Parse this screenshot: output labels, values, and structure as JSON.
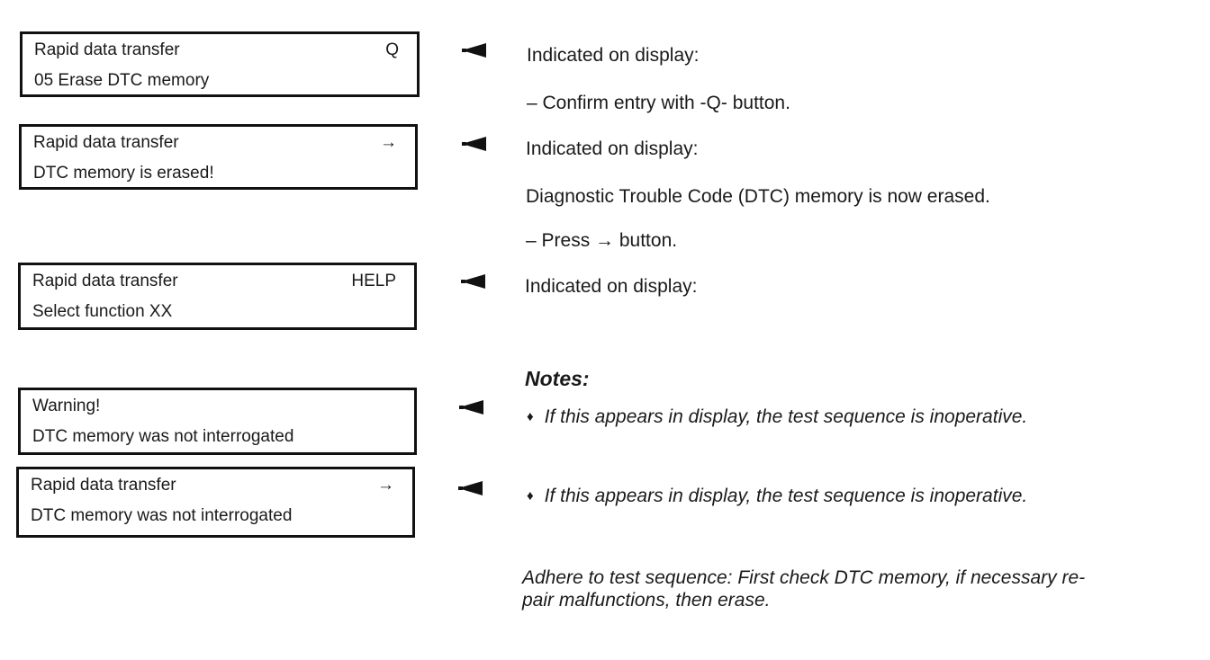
{
  "displays": [
    {
      "line1": "Rapid data transfer",
      "line2": "05 Erase DTC memory",
      "right": "Q"
    },
    {
      "line1": "Rapid data transfer",
      "line2": "DTC memory is erased!",
      "right": "→"
    },
    {
      "line1": "Rapid data transfer",
      "line2": "Select function XX",
      "right": "HELP"
    },
    {
      "line1": "Warning!",
      "line2": "DTC memory was not interrogated",
      "right": ""
    },
    {
      "line1": "Rapid data transfer",
      "line2": "DTC memory was not interrogated",
      "right": "→"
    }
  ],
  "text": {
    "indicated_1": "Indicated on display:",
    "confirm": "–  Confirm entry with -Q- button.",
    "indicated_2": "Indicated on display:",
    "erased_info": "Diagnostic Trouble Code (DTC) memory is now erased.",
    "press": "–  Press → button.",
    "indicated_3": "Indicated on display:",
    "notes_heading": "Notes:",
    "bullet_symbol": "♦",
    "note_1": "If this appears in display, the test sequence is inoperative.",
    "note_2": "If this appears in display, the test sequence is inoperative.",
    "adhere_1": "Adhere to test sequence: First check DTC memory, if necessary re-",
    "adhere_2": "pair malfunctions, then erase."
  },
  "icons": {
    "pointer": "triangle-pointer-left-icon"
  }
}
